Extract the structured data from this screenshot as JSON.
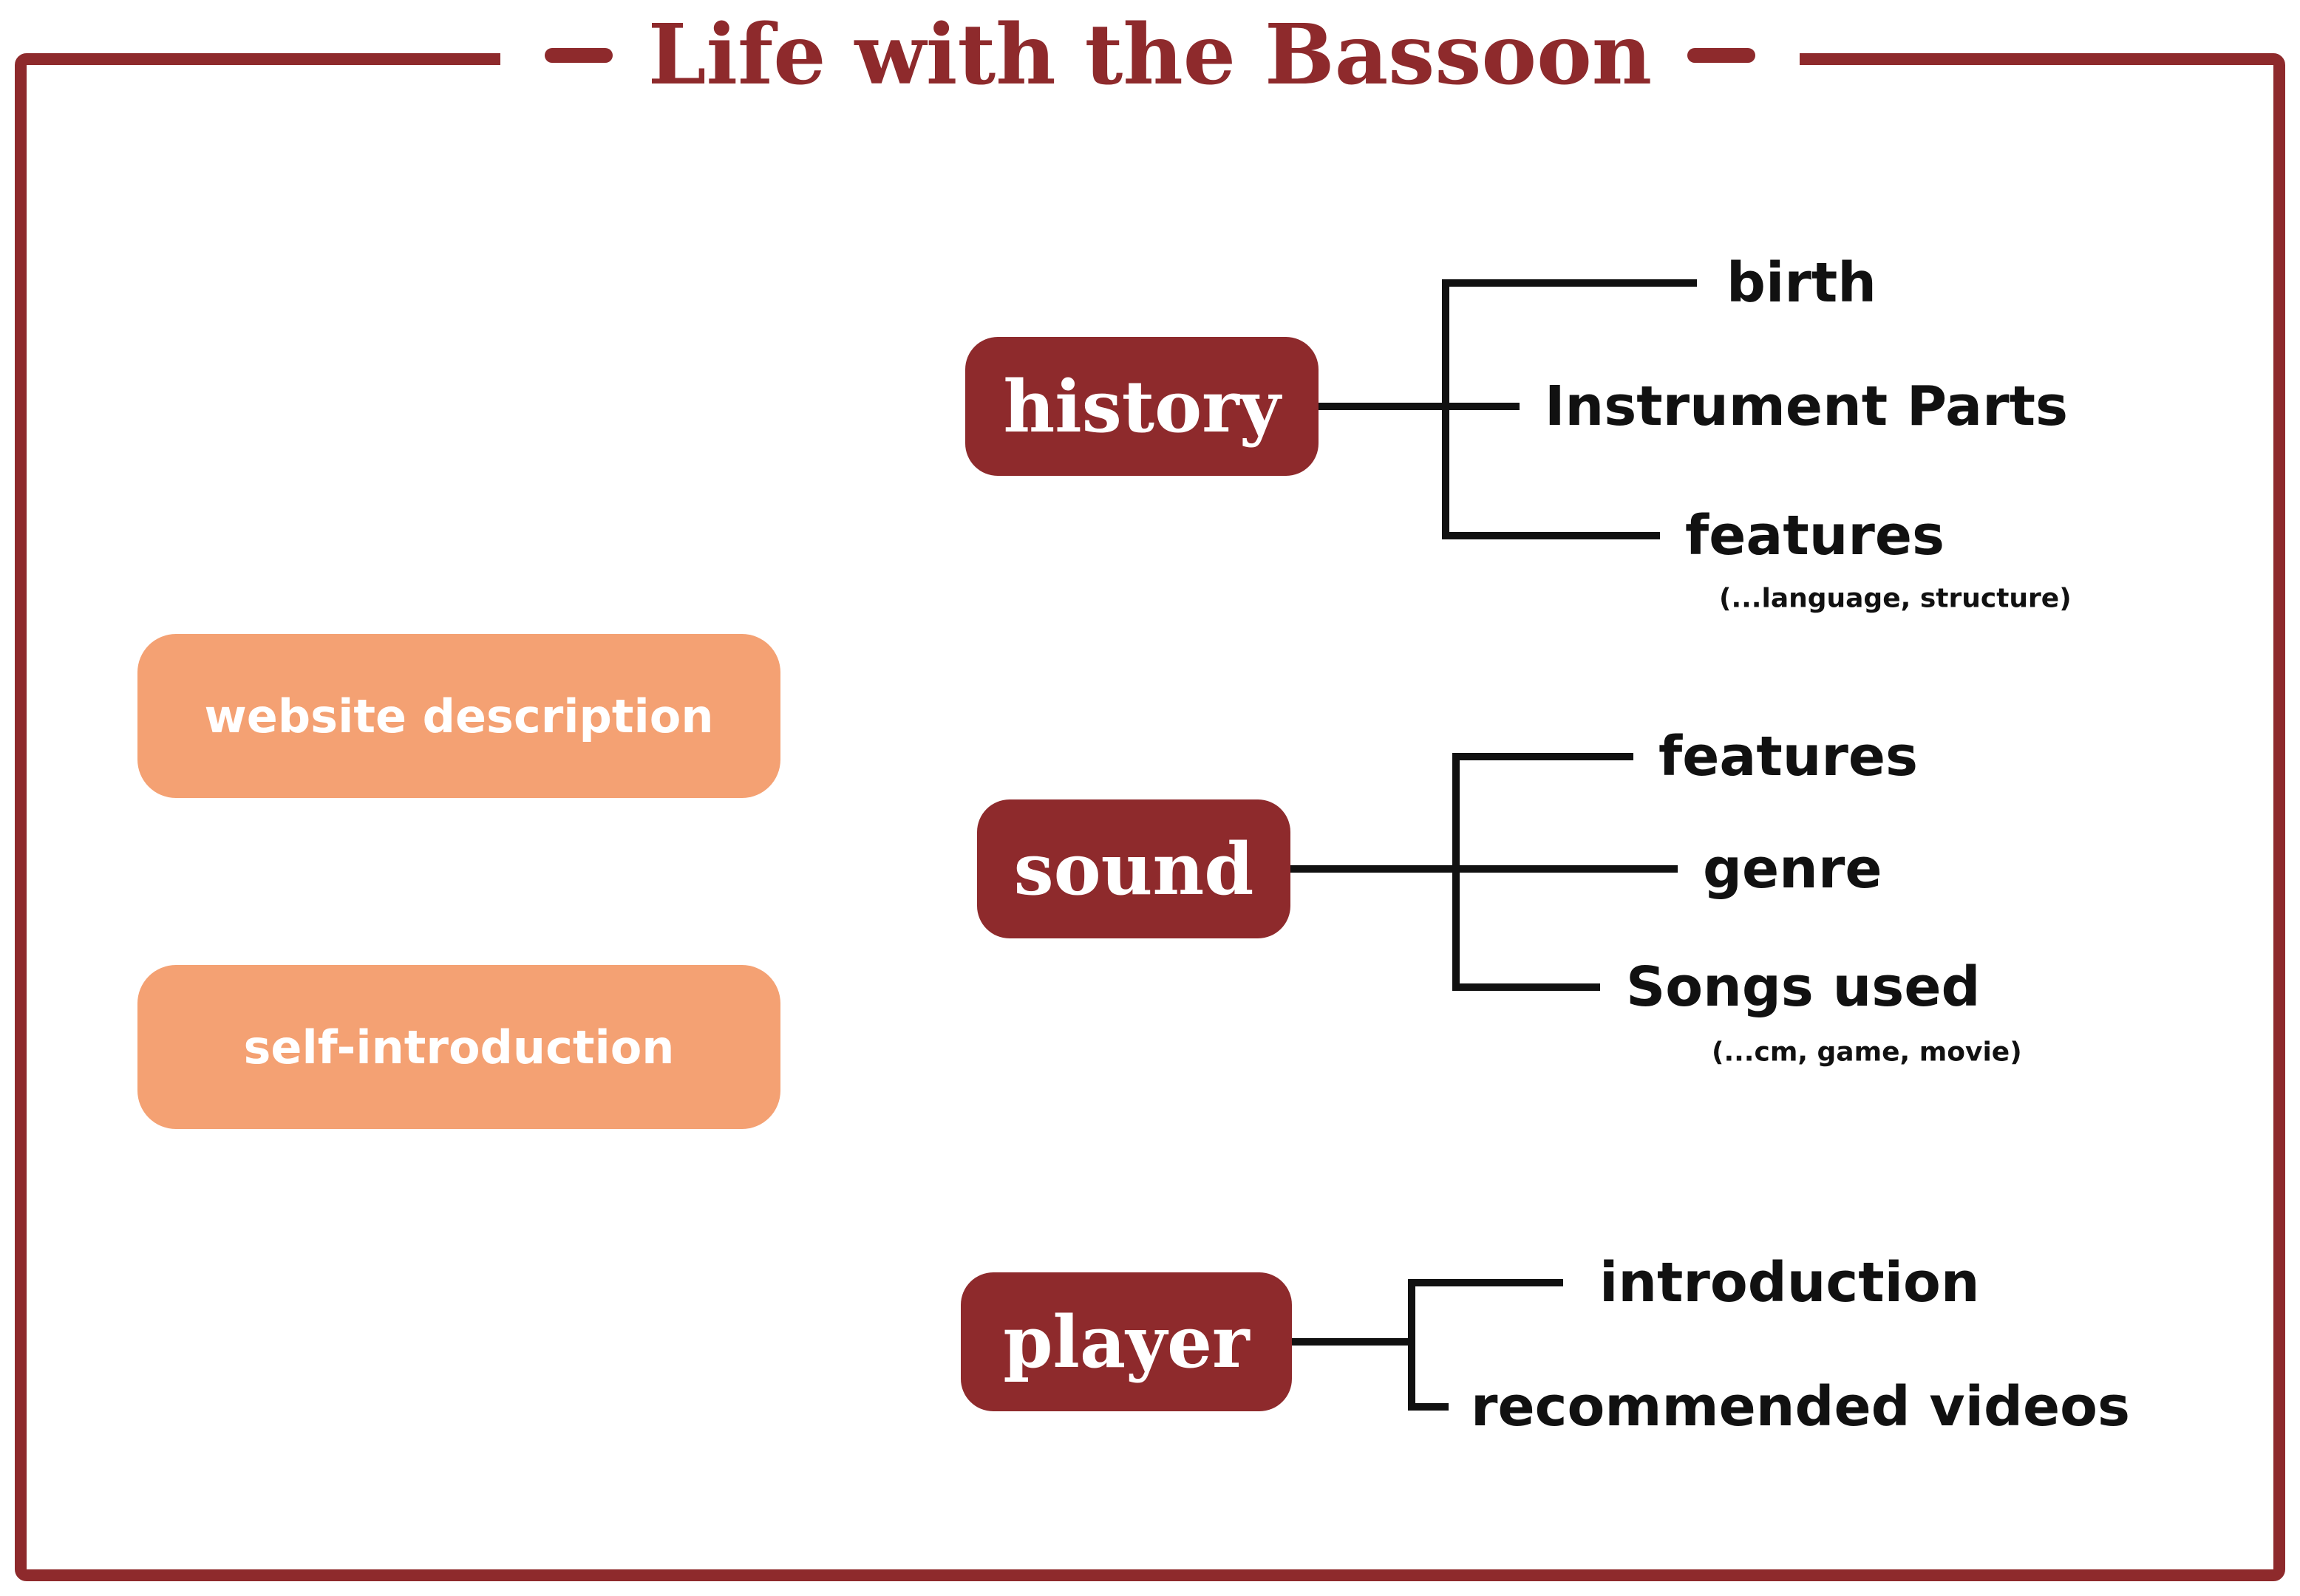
{
  "title": "Life with the Bassoon",
  "colors": {
    "maroon": "#8e2a2c",
    "orange": "#f4a173",
    "line": "#111111"
  },
  "left": {
    "website": {
      "label": "website description"
    },
    "self_intro": {
      "label": "self-introduction"
    }
  },
  "tree": {
    "history": {
      "label": "history",
      "children": {
        "birth": {
          "label": "birth"
        },
        "parts": {
          "label": "Instrument Parts"
        },
        "features": {
          "label": "features",
          "note": "(...language, structure)"
        }
      }
    },
    "sound": {
      "label": "sound",
      "children": {
        "features": {
          "label": "features"
        },
        "genre": {
          "label": "genre"
        },
        "songs": {
          "label": "Songs used",
          "note": "(...cm, game, movie)"
        }
      }
    },
    "player": {
      "label": "player",
      "children": {
        "introduction": {
          "label": "introduction"
        },
        "videos": {
          "label": "recommended videos"
        }
      }
    }
  }
}
